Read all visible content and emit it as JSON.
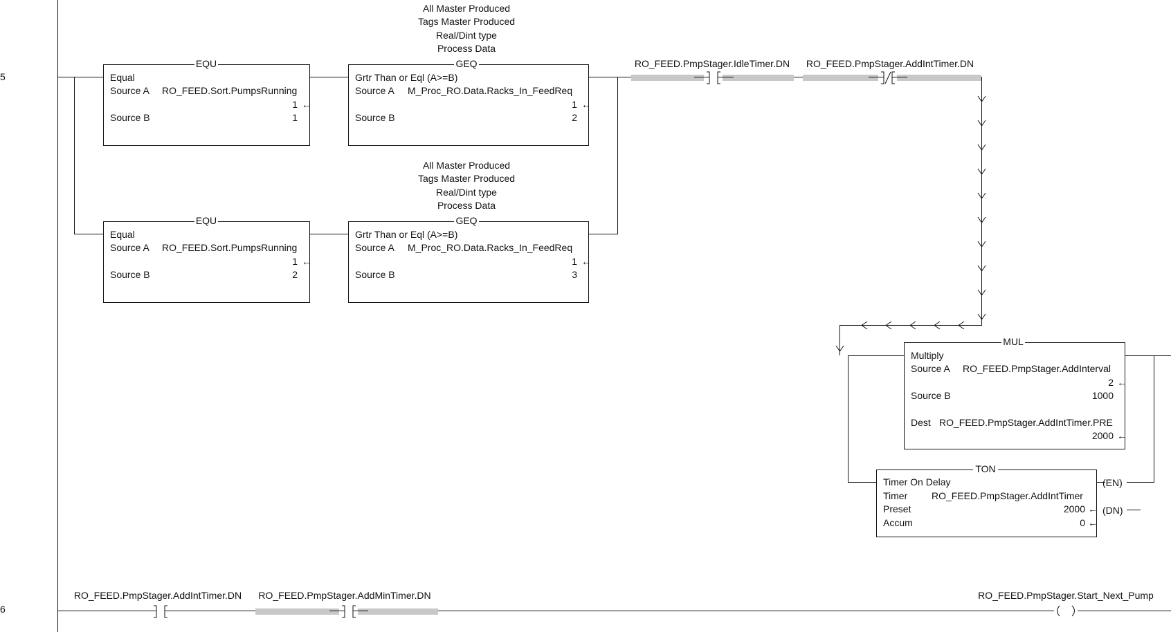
{
  "rungs": [
    {
      "number": "5",
      "comments": [
        [
          "All Master Produced",
          "Tags Master Produced",
          "Real/Dint type",
          "Process Data"
        ],
        [
          "All Master Produced",
          "Tags Master Produced",
          "Real/Dint type",
          "Process Data"
        ]
      ],
      "equ_blocks": [
        {
          "mnemonic": "EQU",
          "title": "Equal",
          "src_a_label": "Source A",
          "src_a_tag": "RO_FEED.Sort.PumpsRunning",
          "src_a_value": "1",
          "src_b_label": "Source B",
          "src_b_value": "1"
        },
        {
          "mnemonic": "EQU",
          "title": "Equal",
          "src_a_label": "Source A",
          "src_a_tag": "RO_FEED.Sort.PumpsRunning",
          "src_a_value": "1",
          "src_b_label": "Source B",
          "src_b_value": "2"
        }
      ],
      "geq_blocks": [
        {
          "mnemonic": "GEQ",
          "title": "Grtr Than or Eql (A>=B)",
          "src_a_label": "Source A",
          "src_a_tag": "M_Proc_RO.Data.Racks_In_FeedReq",
          "src_a_value": "1",
          "src_b_label": "Source B",
          "src_b_value": "2"
        },
        {
          "mnemonic": "GEQ",
          "title": "Grtr Than or Eql (A>=B)",
          "src_a_label": "Source A",
          "src_a_tag": "M_Proc_RO.Data.Racks_In_FeedReq",
          "src_a_value": "1",
          "src_b_label": "Source B",
          "src_b_value": "3"
        }
      ],
      "contacts": [
        {
          "tag": "RO_FEED.PmpStager.IdleTimer.DN",
          "type": "XIC"
        },
        {
          "tag": "RO_FEED.PmpStager.AddIntTimer.DN",
          "type": "XIO"
        }
      ],
      "mul_block": {
        "mnemonic": "MUL",
        "title": "Multiply",
        "src_a_label": "Source A",
        "src_a_tag": "RO_FEED.PmpStager.AddInterval",
        "src_a_value": "2",
        "src_b_label": "Source B",
        "src_b_value": "1000",
        "dest_label": "Dest",
        "dest_tag": "RO_FEED.PmpStager.AddIntTimer.PRE",
        "dest_value": "2000"
      },
      "ton_block": {
        "mnemonic": "TON",
        "title": "Timer On Delay",
        "timer_label": "Timer",
        "timer_tag": "RO_FEED.PmpStager.AddIntTimer",
        "preset_label": "Preset",
        "preset_value": "2000",
        "accum_label": "Accum",
        "accum_value": "0",
        "en_label": "(EN)",
        "dn_label": "(DN)"
      }
    },
    {
      "number": "6",
      "contacts": [
        {
          "tag": "RO_FEED.PmpStager.AddIntTimer.DN",
          "type": "XIC"
        },
        {
          "tag": "RO_FEED.PmpStager.AddMinTimer.DN",
          "type": "XIC"
        }
      ],
      "coil": {
        "tag": "RO_FEED.PmpStager.Start_Next_Pump",
        "type": "OTE"
      }
    }
  ],
  "colors": {
    "line": "#111111",
    "highlight": "#c8c8c8",
    "background": "#ffffff"
  }
}
